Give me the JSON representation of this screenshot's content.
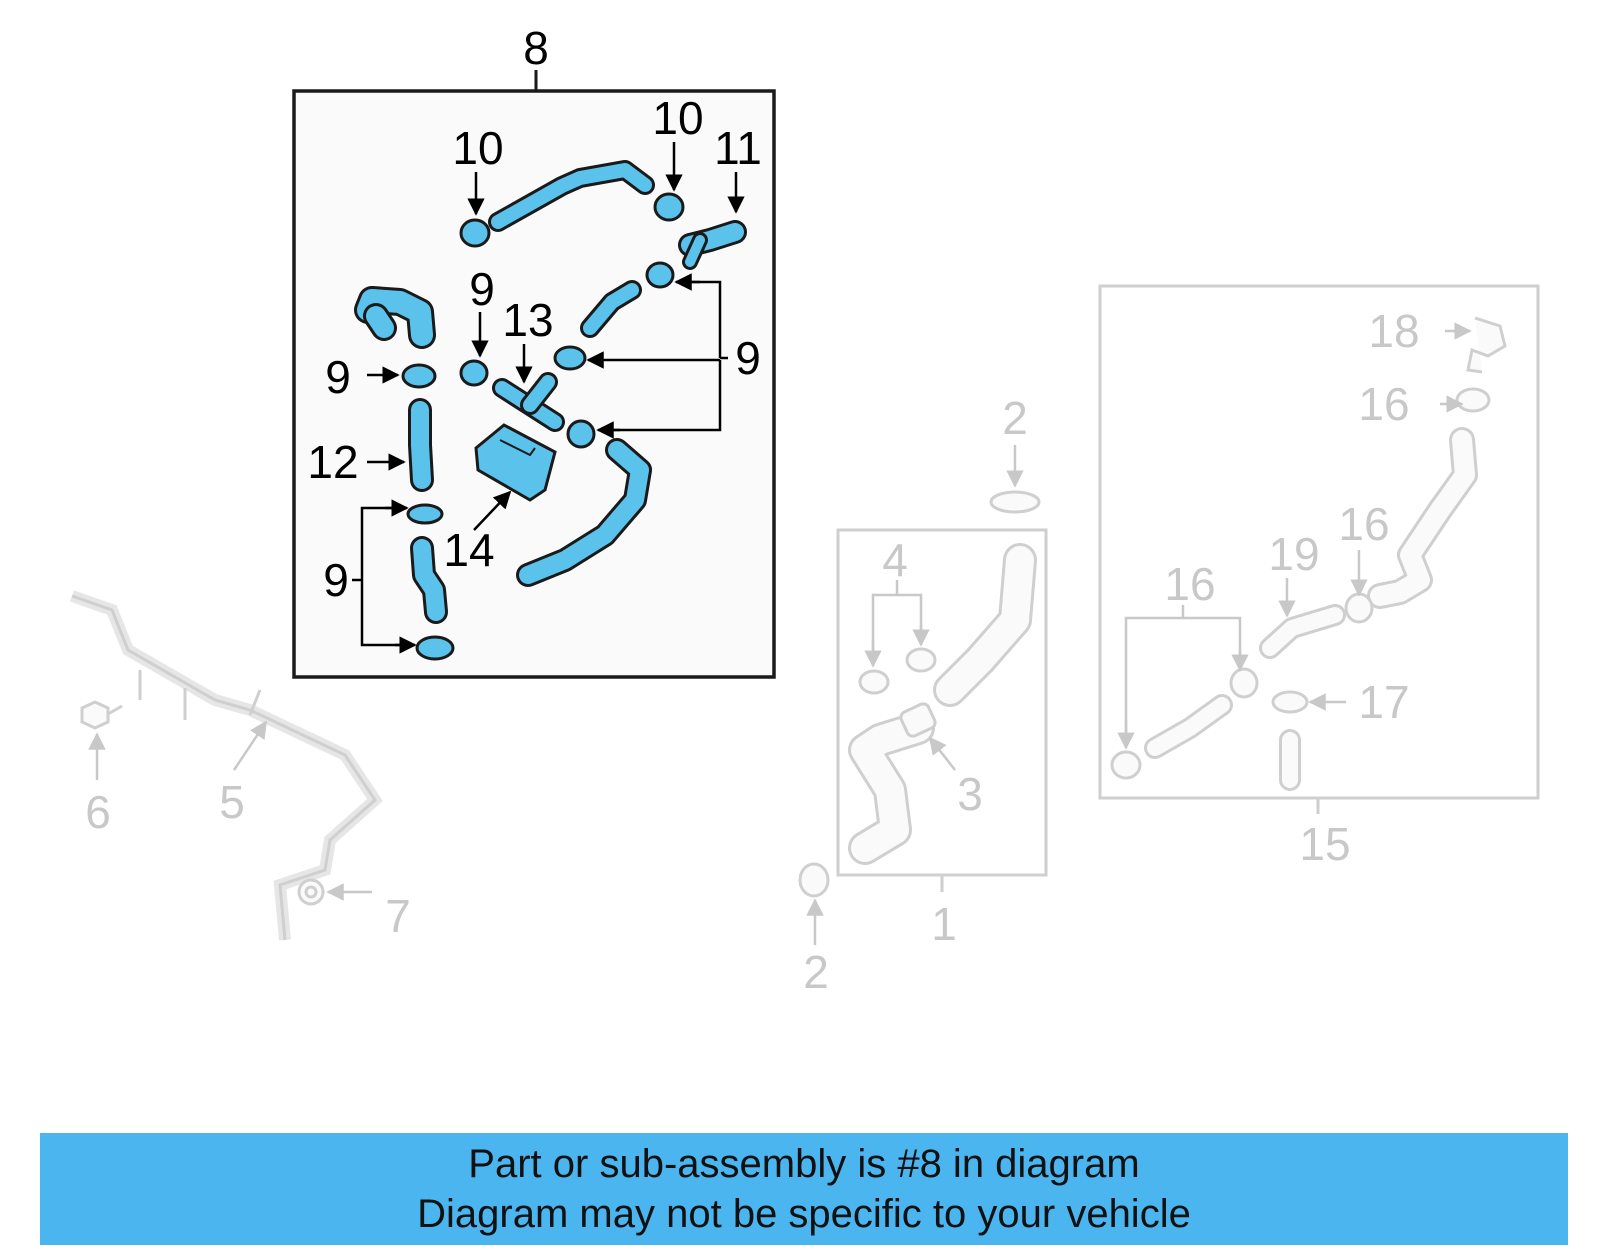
{
  "diagram": {
    "highlighted_part": "8",
    "colors": {
      "highlight_fill": "#5bc2ec",
      "highlight_stroke": "#1a1a1a",
      "dim_stroke": "#cfcfcf",
      "banner_background": "#4bb5f0"
    },
    "callouts": {
      "c1": "1",
      "c2a": "2",
      "c2b": "2",
      "c3": "3",
      "c4": "4",
      "c5": "5",
      "c6": "6",
      "c7": "7",
      "c8": "8",
      "c9a": "9",
      "c9b": "9",
      "c9c": "9",
      "c9d": "9",
      "c10a": "10",
      "c10b": "10",
      "c11": "11",
      "c12": "12",
      "c13": "13",
      "c14": "14",
      "c15": "15",
      "c16a": "16",
      "c16b": "16",
      "c16c": "16",
      "c17": "17",
      "c18": "18",
      "c19": "19"
    }
  },
  "banner": {
    "line1": "Part or sub-assembly is #8 in diagram",
    "line2": "Diagram may not be specific to your vehicle"
  }
}
